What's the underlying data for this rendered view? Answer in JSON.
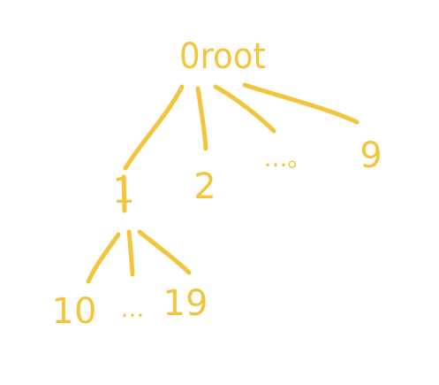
{
  "diagram": {
    "ink_color": "#f2c53d",
    "nodes": [
      {
        "id": "root",
        "label": "0root"
      },
      {
        "id": "n1",
        "label": "1"
      },
      {
        "id": "n2",
        "label": "2"
      },
      {
        "id": "n_mid",
        "label": "...。"
      },
      {
        "id": "n9",
        "label": "9"
      },
      {
        "id": "n10",
        "label": "10"
      },
      {
        "id": "n_dots",
        "label": "..."
      },
      {
        "id": "n19",
        "label": "19"
      }
    ]
  }
}
